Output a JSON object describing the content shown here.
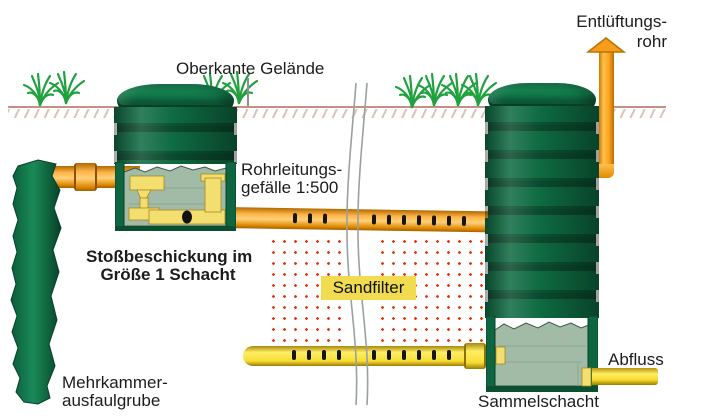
{
  "figure": {
    "description": "Schematic cross-section of a small wastewater sand-filter system",
    "labels": {
      "vent_pipe": {
        "line1": "Entlüftungs-",
        "line2": "rohr"
      },
      "ground": "Oberkante Gelände",
      "gradient": {
        "line1": "Rohrleitungs-",
        "line2": "gefälle 1:500"
      },
      "surge": {
        "line1": "Stoßbeschickung im",
        "line2": "Größe 1 Schacht"
      },
      "sandfilter": "Sandfilter",
      "septic": {
        "line1": "Mehrkammer-",
        "line2": "ausfaulgrube"
      },
      "collector": "Sammelschacht",
      "outflow": "Abfluss"
    },
    "colors": {
      "shaft_green": "#11794a",
      "shaft_green_dark": "#0a4f30",
      "pipe_orange": "#f79c1d",
      "pipe_yellow": "#f7dd33",
      "sand_dot": "#e23b10",
      "ground_line": "#c49084",
      "interior_sage": "#a2bba7",
      "label_highlight": "#f0dc4e",
      "grass": "#1fa13e",
      "text": "#1c1c1c"
    }
  }
}
